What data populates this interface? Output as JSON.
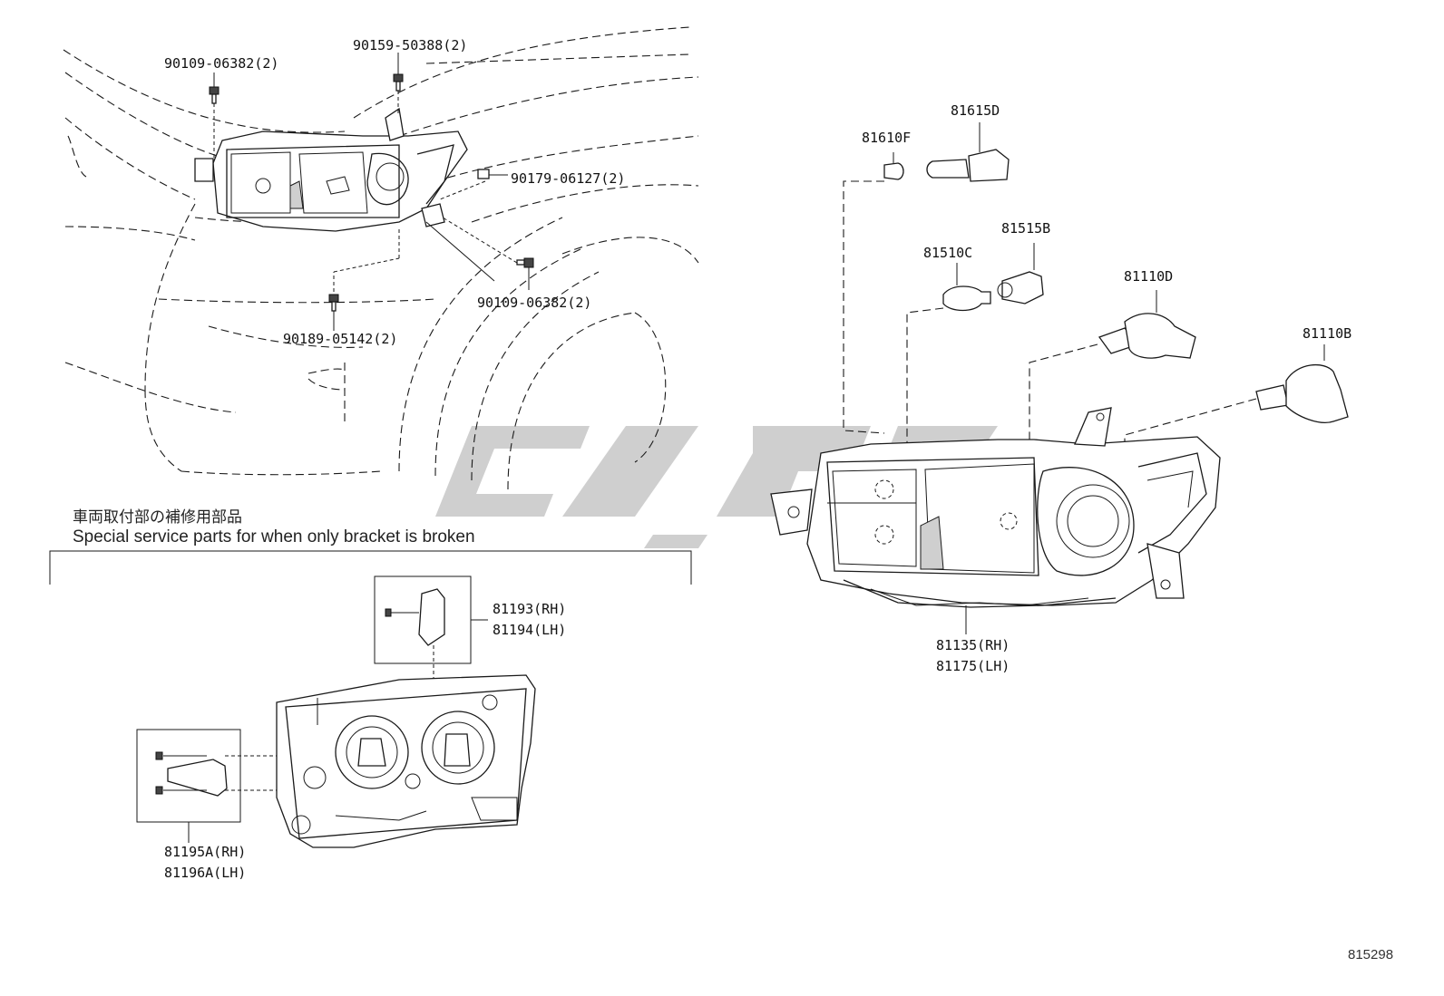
{
  "diagram": {
    "diagram_id": "815298",
    "note_japanese": "車両取付部の補修用部品",
    "note_english": "Special service parts for when only bracket is broken",
    "fastener_labels": {
      "bolt_top_left": "90109-06382(2)",
      "bolt_top_center": "90159-50388(2)",
      "clip_right": "90179-06127(2)",
      "bolt_right": "90109-06382(2)",
      "bolt_bottom": "90189-05142(2)"
    },
    "bulb_labels": {
      "bulb_81610f": "81610F",
      "socket_81615d": "81615D",
      "bulb_81510c": "81510C",
      "socket_81515b": "81515B",
      "bulb_81110d": "81110D",
      "bulb_81110b": "81110B"
    },
    "assembly_labels": {
      "headlamp_rh": "81135(RH)",
      "headlamp_lh": "81175(LH)",
      "upper_bracket_rh": "81193(RH)",
      "upper_bracket_lh": "81194(LH)",
      "side_bracket_rh": "81195A(RH)",
      "side_bracket_lh": "81196A(LH)"
    }
  }
}
